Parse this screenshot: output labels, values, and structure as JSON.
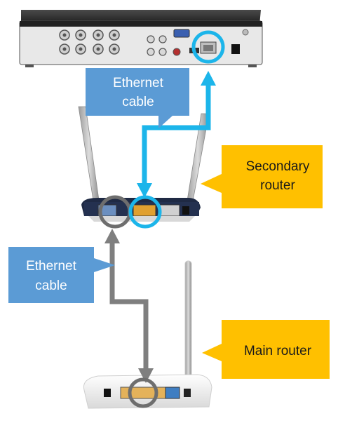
{
  "labels": {
    "ethernet_top_line1": "Ethernet",
    "ethernet_top_line2": "cable",
    "ethernet_left_line1": "Ethernet",
    "ethernet_left_line2": "cable",
    "secondary_router_line1": "Secondary",
    "secondary_router_line2": "router",
    "main_router": "Main router"
  },
  "colors": {
    "blue_callout": "#5b9bd5",
    "yellow_callout": "#ffc000",
    "blue_cable": "#1cb5ea",
    "gray_cable": "#7f7f7f",
    "dvr_body": "#2a2a2a",
    "router_white": "#f4f4f4"
  }
}
